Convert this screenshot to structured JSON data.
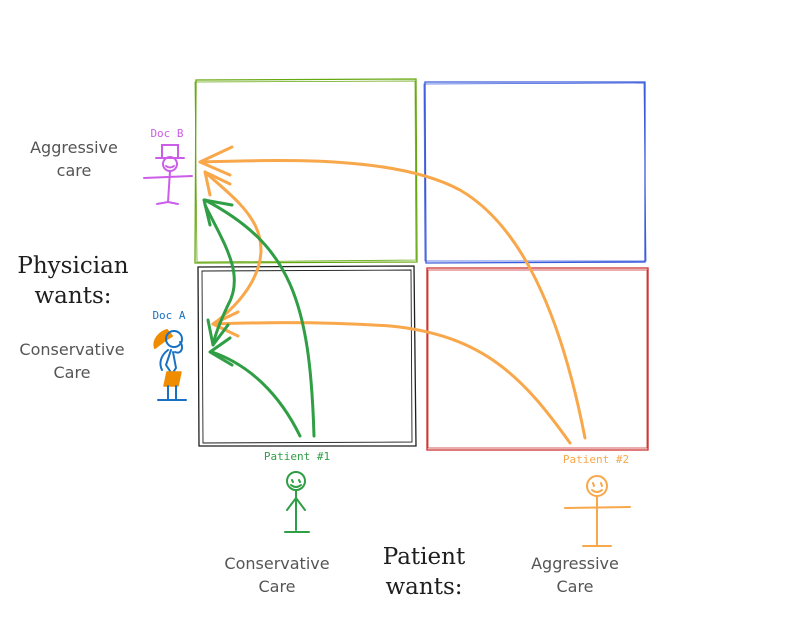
{
  "colors": {
    "green": "#2f9e44",
    "orange": "#f8a84b",
    "blue": "#1971c2",
    "purple": "#cc5de8",
    "olive": "#66a80f",
    "navy": "#3b5bdb",
    "red": "#c92a2a",
    "gray": "#555555",
    "dark": "#1e1e1e",
    "hair": "#f08c00"
  },
  "axes": {
    "physician_title": [
      "Physician",
      "wants:"
    ],
    "patient_title": [
      "Patient",
      "wants:"
    ],
    "row_labels": {
      "aggressive": [
        "Aggressive",
        "care"
      ],
      "conservative": [
        "Conservative",
        "Care"
      ]
    },
    "col_labels": {
      "conservative": [
        "Conservative",
        "Care"
      ],
      "aggressive": [
        "Aggressive",
        "Care"
      ]
    }
  },
  "characters": {
    "doc_b": "Doc B",
    "doc_a": "Doc A",
    "patient_1": "Patient #1",
    "patient_2": "Patient #2"
  },
  "quadrants": [
    {
      "id": "top-left",
      "row": "aggressive",
      "col": "conservative",
      "color": "#66a80f"
    },
    {
      "id": "top-right",
      "row": "aggressive",
      "col": "aggressive",
      "color": "#3b5bdb"
    },
    {
      "id": "bottom-left",
      "row": "conservative",
      "col": "conservative",
      "color": "#1e1e1e"
    },
    {
      "id": "bottom-right",
      "row": "conservative",
      "col": "aggressive",
      "color": "#c92a2a"
    }
  ]
}
